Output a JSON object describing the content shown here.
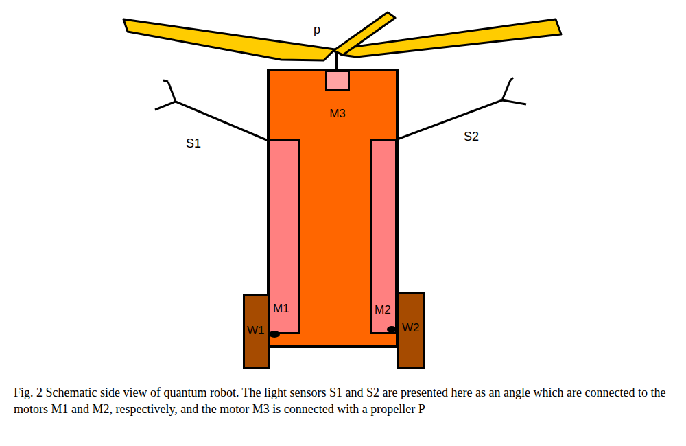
{
  "diagram": {
    "caption": "Fig. 2 Schematic side view of quantum robot. The light sensors S1 and S2 are presented here as an angle which are connected to the motors M1 and M2, respectively, and the motor M3 is connected with a propeller P",
    "nodes": [
      {
        "text": [
          "M3"
        ]
      },
      {
        "text": [
          "M1"
        ]
      },
      {
        "text": [
          "M2"
        ]
      },
      {
        "text": [
          "W1"
        ]
      },
      {
        "text": [
          "W2"
        ]
      }
    ],
    "labels": [
      "p",
      "S1",
      "S2"
    ]
  }
}
